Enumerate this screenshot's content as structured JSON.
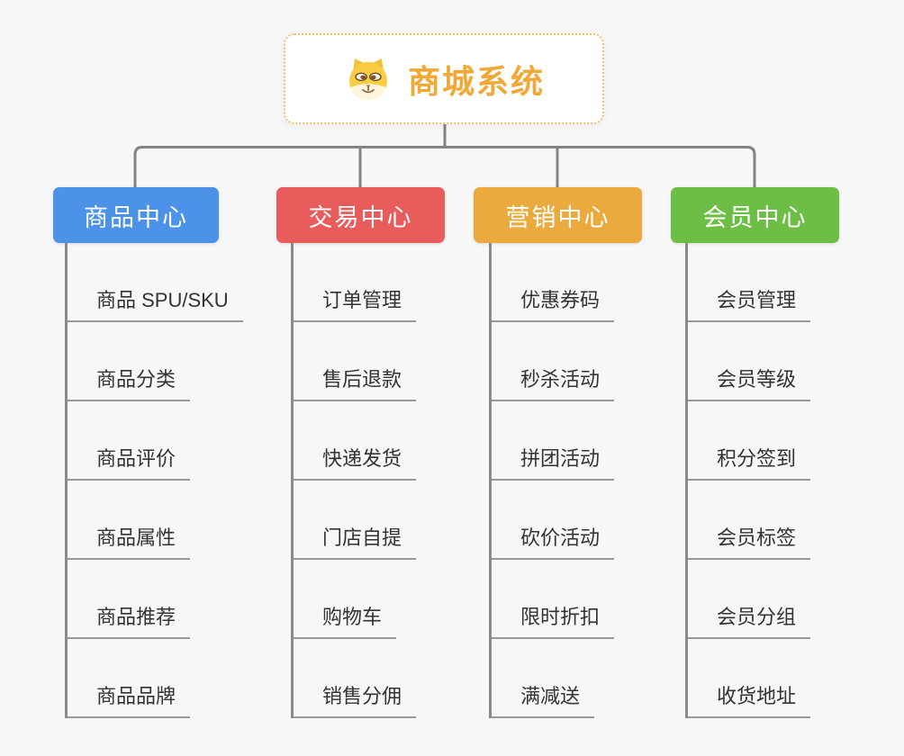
{
  "canvas": {
    "background_color": "#f7f7f7",
    "connector_color": "#838383",
    "child_text_color": "#333333",
    "child_underline_color": "#9a9a9a"
  },
  "root": {
    "title": "商城系统",
    "title_color": "#f0a837",
    "border_color": "#f2bd6d",
    "icon": "dog-face-icon"
  },
  "branches": [
    {
      "label": "商品中心",
      "color": "#4b92e8",
      "children": [
        "商品 SPU/SKU",
        "商品分类",
        "商品评价",
        "商品属性",
        "商品推荐",
        "商品品牌"
      ]
    },
    {
      "label": "交易中心",
      "color": "#e85c5c",
      "children": [
        "订单管理",
        "售后退款",
        "快递发货",
        "门店自提",
        "购物车",
        "销售分佣"
      ]
    },
    {
      "label": "营销中心",
      "color": "#eaaa3e",
      "children": [
        "优惠券码",
        "秒杀活动",
        "拼团活动",
        "砍价活动",
        "限时折扣",
        "满减送"
      ]
    },
    {
      "label": "会员中心",
      "color": "#6cbe44",
      "children": [
        "会员管理",
        "会员等级",
        "积分签到",
        "会员标签",
        "会员分组",
        "收货地址"
      ]
    }
  ]
}
